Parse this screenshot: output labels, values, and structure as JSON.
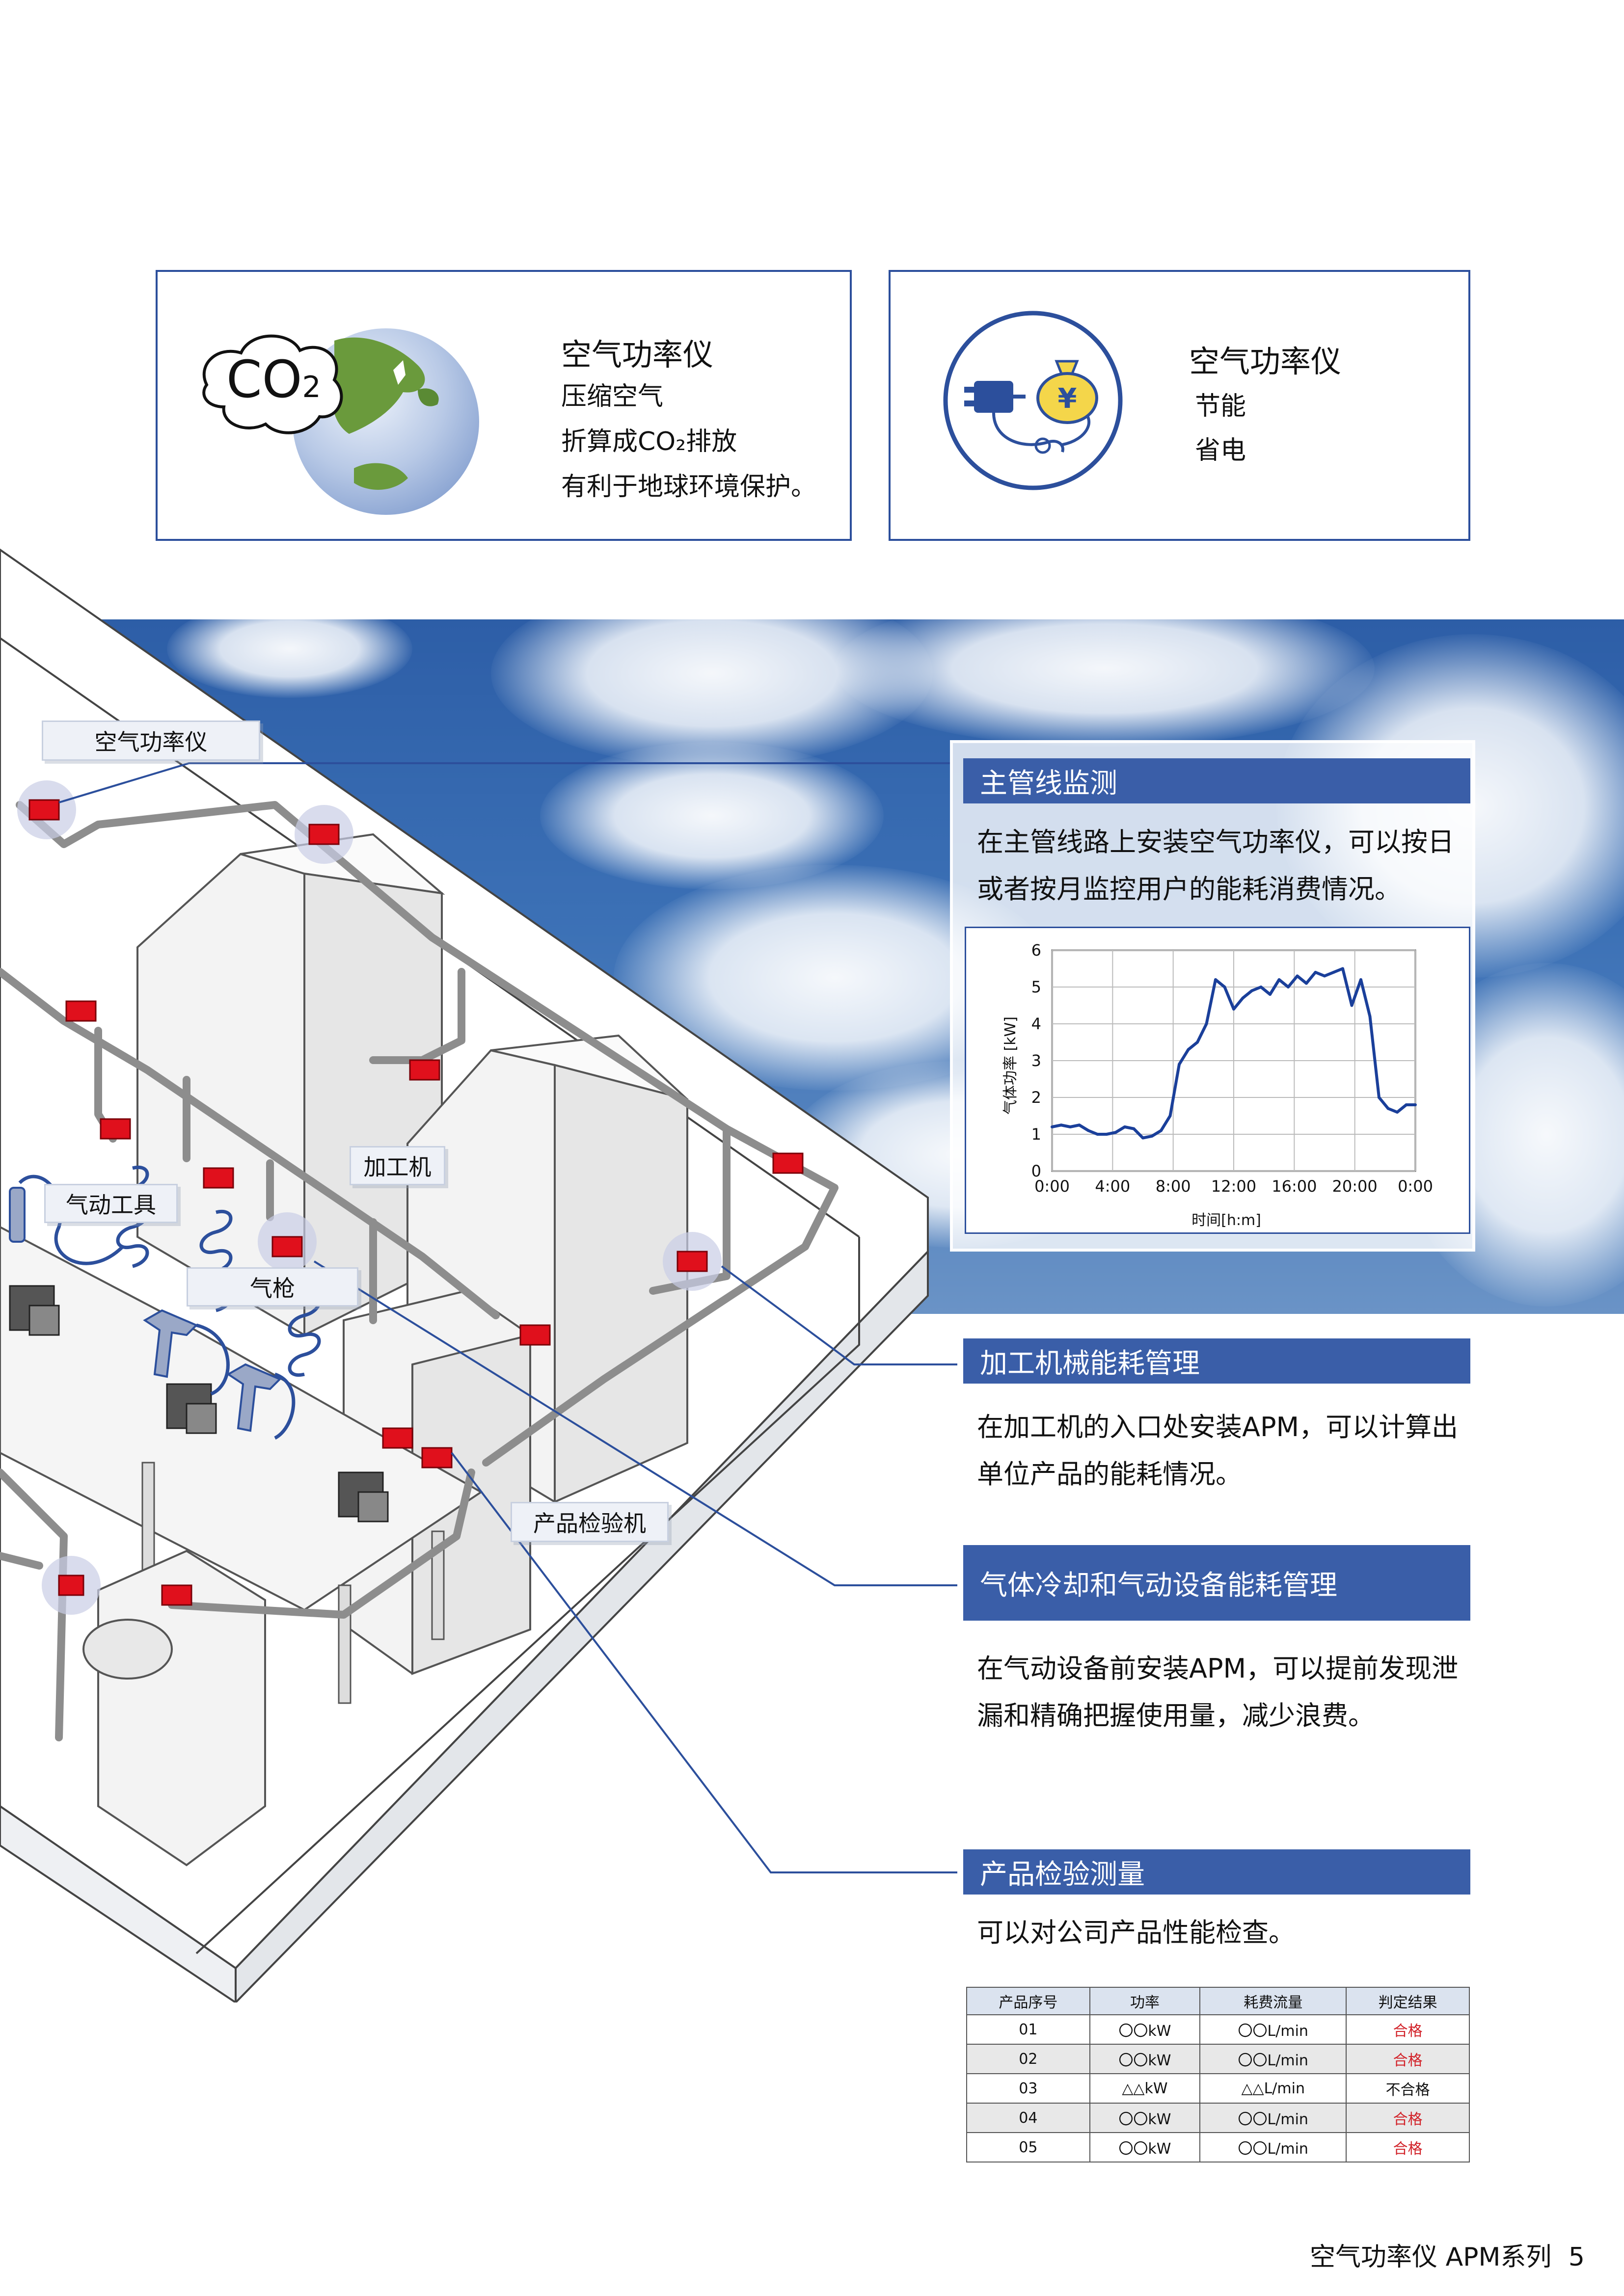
{
  "boxes": {
    "co2": {
      "co2_label": "CO",
      "co2_sub": "2",
      "title": "空气功率仪",
      "lines": [
        "压缩空气",
        "折算成CO₂排放",
        "有利于地球环境保护。"
      ]
    },
    "energy": {
      "title": "空气功率仪",
      "lines": [
        "节能",
        "省电"
      ]
    }
  },
  "diagram_labels": {
    "meter": "空气功率仪",
    "machine": "加工机",
    "tool": "气动工具",
    "gun": "气枪",
    "inspection": "产品检验机"
  },
  "sections": {
    "main_line": {
      "title": "主管线监测",
      "text": [
        "在主管线路上安装空气功率仪，可以按日",
        "或者按月监控用户的能耗消费情况。"
      ]
    },
    "machining": {
      "title": "加工机械能耗管理",
      "text": [
        "在加工机的入口处安装APM，可以计算出",
        "单位产品的能耗情况。"
      ]
    },
    "pneumatic": {
      "title": "气体冷却和气动设备能耗管理",
      "text": [
        "在气动设备前安装APM，可以提前发现泄",
        "漏和精确把握使用量，减少浪费。"
      ]
    },
    "inspection": {
      "title": "产品检验测量",
      "text": [
        "可以对公司产品性能检查。"
      ]
    }
  },
  "chart_data": {
    "type": "line",
    "title": "",
    "xlabel": "时间[h:m]",
    "ylabel": "气体功率 [kW]",
    "x_ticks": [
      "0:00",
      "4:00",
      "8:00",
      "12:00",
      "16:00",
      "20:00",
      "0:00"
    ],
    "y_ticks": [
      "0",
      "1",
      "2",
      "3",
      "4",
      "5",
      "6"
    ],
    "xlim": [
      0,
      24
    ],
    "ylim": [
      0,
      6
    ],
    "grid": true,
    "series": [
      {
        "color": "#1a3f9a",
        "x": [
          0,
          0.6,
          1.2,
          1.8,
          2.4,
          3.0,
          3.6,
          4.2,
          4.8,
          5.4,
          6.0,
          6.6,
          7.2,
          7.8,
          8.4,
          9.0,
          9.6,
          10.2,
          10.8,
          11.4,
          12.0,
          12.6,
          13.2,
          13.8,
          14.4,
          15.0,
          15.6,
          16.2,
          16.8,
          17.4,
          18.0,
          18.6,
          19.2,
          19.8,
          20.4,
          21.0,
          21.6,
          22.2,
          22.8,
          23.4,
          24.0
        ],
        "y": [
          1.2,
          1.25,
          1.2,
          1.25,
          1.1,
          1.0,
          1.0,
          1.05,
          1.2,
          1.15,
          0.9,
          0.95,
          1.1,
          1.5,
          2.9,
          3.3,
          3.5,
          4.0,
          5.2,
          5.0,
          4.4,
          4.7,
          4.9,
          5.0,
          4.8,
          5.2,
          5.0,
          5.3,
          5.1,
          5.4,
          5.3,
          5.4,
          5.5,
          4.5,
          5.2,
          4.2,
          2.0,
          1.7,
          1.6,
          1.8,
          1.8
        ]
      }
    ]
  },
  "results_table": {
    "headers": [
      "产品序号",
      "功率",
      "耗费流量",
      "判定结果"
    ],
    "rows": [
      [
        "01",
        "〇〇kW",
        "〇〇L/min",
        "合格"
      ],
      [
        "02",
        "〇〇kW",
        "〇〇L/min",
        "合格"
      ],
      [
        "03",
        "△△kW",
        "△△L/min",
        "不合格"
      ],
      [
        "04",
        "〇〇kW",
        "〇〇L/min",
        "合格"
      ],
      [
        "05",
        "〇〇kW",
        "〇〇L/min",
        "合格"
      ]
    ]
  },
  "footer": {
    "text": "空气功率仪 APM系列",
    "page": "5"
  }
}
